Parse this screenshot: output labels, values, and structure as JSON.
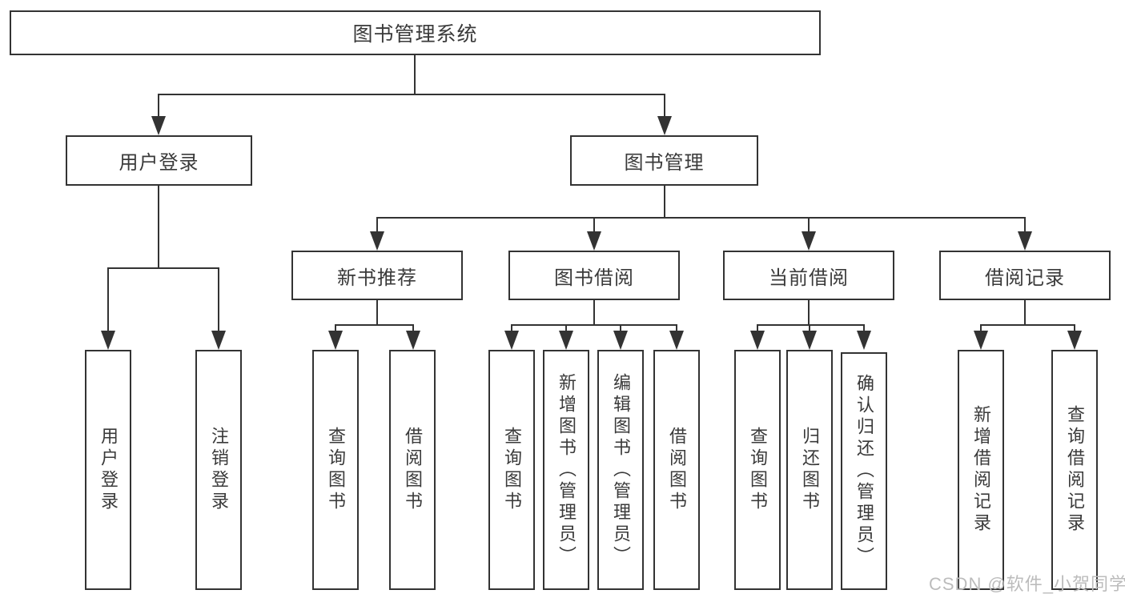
{
  "tree": {
    "root": {
      "label": "图书管理系统"
    },
    "branches": [
      {
        "label": "用户登录",
        "children": [
          {
            "label": "用户登录"
          },
          {
            "label": "注销登录"
          }
        ]
      },
      {
        "label": "图书管理",
        "children": [
          {
            "label": "新书推荐",
            "children": [
              {
                "label": "查询图书"
              },
              {
                "label": "借阅图书"
              }
            ]
          },
          {
            "label": "图书借阅",
            "children": [
              {
                "label": "查询图书"
              },
              {
                "label": "新增图书（管理员）"
              },
              {
                "label": "编辑图书（管理员）"
              },
              {
                "label": "借阅图书"
              }
            ]
          },
          {
            "label": "当前借阅",
            "children": [
              {
                "label": "查询图书"
              },
              {
                "label": "归还图书"
              },
              {
                "label": "确认归还（管理员）"
              }
            ]
          },
          {
            "label": "借阅记录",
            "children": [
              {
                "label": "新增借阅记录"
              },
              {
                "label": "查询借阅记录"
              }
            ]
          }
        ]
      }
    ]
  },
  "watermark": "CSDN @软件_小贺同学",
  "colors": {
    "line": "#333333",
    "text": "#3a3a3a",
    "watermark": "#bcbcbc",
    "background": "#ffffff"
  }
}
